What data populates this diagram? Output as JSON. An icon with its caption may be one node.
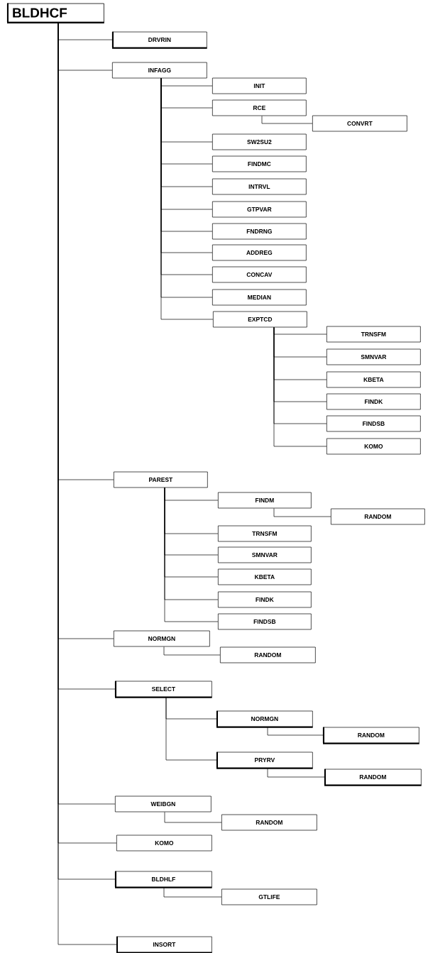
{
  "diagram": {
    "nodes": [
      {
        "text": [
          "BLDHCF"
        ]
      },
      {
        "text": [
          "DRVRIN"
        ]
      },
      {
        "text": [
          "INFAGG"
        ]
      },
      {
        "text": [
          "INIT"
        ]
      },
      {
        "text": [
          "RCE"
        ]
      },
      {
        "text": [
          "CONVRT"
        ]
      },
      {
        "text": [
          "SW2SU2"
        ]
      },
      {
        "text": [
          "FINDMC"
        ]
      },
      {
        "text": [
          "INTRVL"
        ]
      },
      {
        "text": [
          "GTPVAR"
        ]
      },
      {
        "text": [
          "FNDRNG"
        ]
      },
      {
        "text": [
          "ADDREG"
        ]
      },
      {
        "text": [
          "CONCAV"
        ]
      },
      {
        "text": [
          "MEDIAN"
        ]
      },
      {
        "text": [
          "EXPTCD"
        ]
      },
      {
        "text": [
          "TRNSFM"
        ]
      },
      {
        "text": [
          "SMNVAR"
        ]
      },
      {
        "text": [
          "KBETA"
        ]
      },
      {
        "text": [
          "FINDK"
        ]
      },
      {
        "text": [
          "FINDSB"
        ]
      },
      {
        "text": [
          "KOMO"
        ]
      },
      {
        "text": [
          "PAREST"
        ]
      },
      {
        "text": [
          "FINDM"
        ]
      },
      {
        "text": [
          "RANDOM"
        ]
      },
      {
        "text": [
          "TRNSFM"
        ]
      },
      {
        "text": [
          "SMNVAR"
        ]
      },
      {
        "text": [
          "KBETA"
        ]
      },
      {
        "text": [
          "FINDK"
        ]
      },
      {
        "text": [
          "FINDSB"
        ]
      },
      {
        "text": [
          "NORMGN"
        ]
      },
      {
        "text": [
          "RANDOM"
        ]
      },
      {
        "text": [
          "SELECT"
        ]
      },
      {
        "text": [
          "NORMGN"
        ]
      },
      {
        "text": [
          "RANDOM"
        ]
      },
      {
        "text": [
          "PRYRV"
        ]
      },
      {
        "text": [
          "RANDOM"
        ]
      },
      {
        "text": [
          "WEIBGN"
        ]
      },
      {
        "text": [
          "RANDOM"
        ]
      },
      {
        "text": [
          "KOMO"
        ]
      },
      {
        "text": [
          "BLDHLF"
        ]
      },
      {
        "text": [
          "GTLIFE"
        ]
      },
      {
        "text": [
          "INSORT"
        ]
      }
    ],
    "edges": [
      {
        "from": 0,
        "to": 1,
        "arrow": "none"
      },
      {
        "from": 0,
        "to": 2,
        "arrow": "none"
      },
      {
        "from": 2,
        "to": 3,
        "arrow": "none"
      },
      {
        "from": 2,
        "to": 4,
        "arrow": "none"
      },
      {
        "from": 4,
        "to": 5,
        "arrow": "none"
      },
      {
        "from": 2,
        "to": 6,
        "arrow": "none"
      },
      {
        "from": 2,
        "to": 7,
        "arrow": "none"
      },
      {
        "from": 2,
        "to": 8,
        "arrow": "none"
      },
      {
        "from": 2,
        "to": 9,
        "arrow": "none"
      },
      {
        "from": 2,
        "to": 10,
        "arrow": "none"
      },
      {
        "from": 2,
        "to": 11,
        "arrow": "none"
      },
      {
        "from": 2,
        "to": 12,
        "arrow": "none"
      },
      {
        "from": 2,
        "to": 13,
        "arrow": "none"
      },
      {
        "from": 2,
        "to": 14,
        "arrow": "none"
      },
      {
        "from": 14,
        "to": 15,
        "arrow": "none"
      },
      {
        "from": 14,
        "to": 16,
        "arrow": "none"
      },
      {
        "from": 14,
        "to": 17,
        "arrow": "none"
      },
      {
        "from": 14,
        "to": 18,
        "arrow": "none"
      },
      {
        "from": 14,
        "to": 19,
        "arrow": "none"
      },
      {
        "from": 14,
        "to": 20,
        "arrow": "none"
      },
      {
        "from": 0,
        "to": 21,
        "arrow": "none"
      },
      {
        "from": 21,
        "to": 22,
        "arrow": "none"
      },
      {
        "from": 22,
        "to": 23,
        "arrow": "none"
      },
      {
        "from": 21,
        "to": 24,
        "arrow": "none"
      },
      {
        "from": 21,
        "to": 25,
        "arrow": "none"
      },
      {
        "from": 21,
        "to": 26,
        "arrow": "none"
      },
      {
        "from": 21,
        "to": 27,
        "arrow": "none"
      },
      {
        "from": 21,
        "to": 28,
        "arrow": "none"
      },
      {
        "from": 0,
        "to": 29,
        "arrow": "none"
      },
      {
        "from": 29,
        "to": 30,
        "arrow": "none"
      },
      {
        "from": 0,
        "to": 31,
        "arrow": "none"
      },
      {
        "from": 31,
        "to": 32,
        "arrow": "none"
      },
      {
        "from": 32,
        "to": 33,
        "arrow": "none"
      },
      {
        "from": 31,
        "to": 34,
        "arrow": "none"
      },
      {
        "from": 34,
        "to": 35,
        "arrow": "none"
      },
      {
        "from": 0,
        "to": 36,
        "arrow": "none"
      },
      {
        "from": 36,
        "to": 37,
        "arrow": "none"
      },
      {
        "from": 0,
        "to": 38,
        "arrow": "none"
      },
      {
        "from": 0,
        "to": 39,
        "arrow": "none"
      },
      {
        "from": 39,
        "to": 40,
        "arrow": "none"
      },
      {
        "from": 0,
        "to": 41,
        "arrow": "none"
      }
    ]
  }
}
